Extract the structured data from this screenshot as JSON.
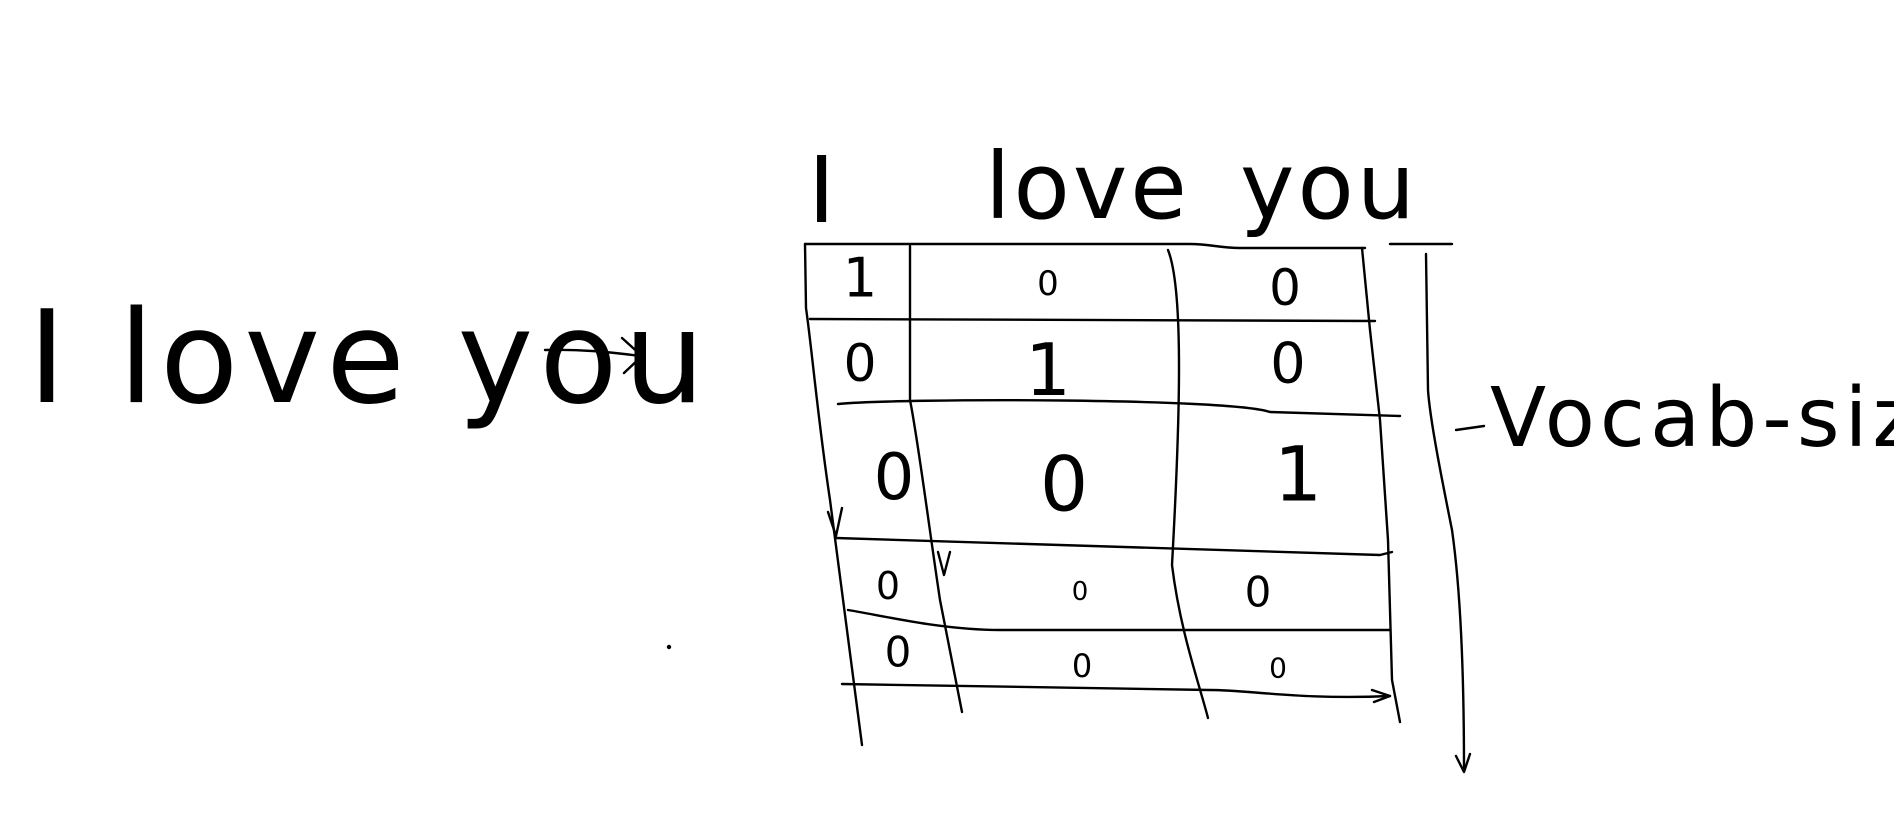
{
  "input_sentence": "I love you",
  "tokens": [
    "I",
    "love",
    "you"
  ],
  "matrix_rows": [
    [
      "1",
      "0",
      "0"
    ],
    [
      "0",
      "1",
      "0"
    ],
    [
      "0",
      "0",
      "1"
    ],
    [
      "0",
      "0",
      "0"
    ],
    [
      "0",
      "0",
      "0"
    ]
  ],
  "dimension_label": "Vocab-size"
}
